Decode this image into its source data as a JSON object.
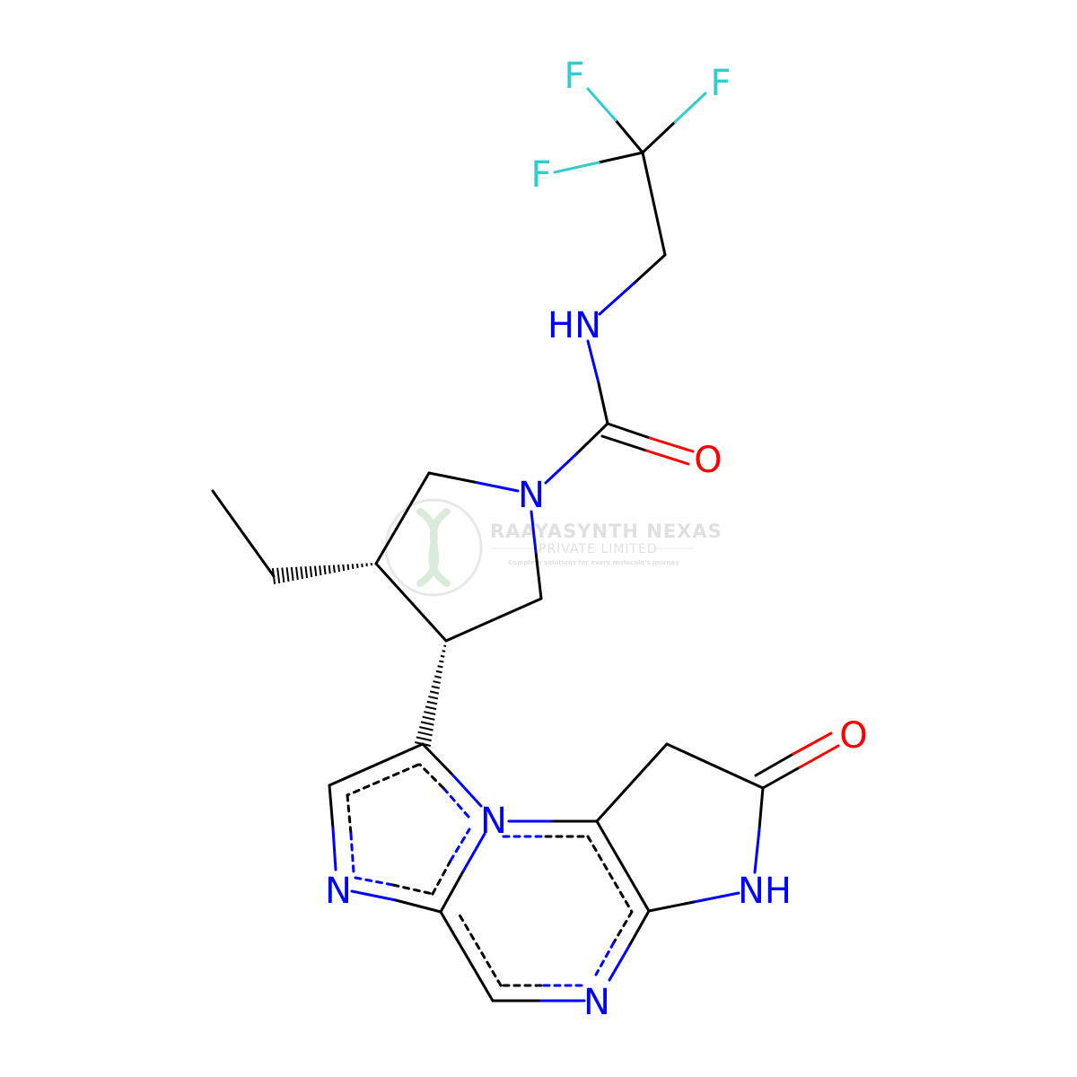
{
  "colors": {
    "carbon": "#000000",
    "nitrogen": "#0000ff",
    "oxygen": "#ff0000",
    "fluorine": "#33cccc",
    "watermark": "#d9d9d9",
    "watermark_logo": "#cfe6cf"
  },
  "atoms": {
    "f1": "F",
    "f2": "F",
    "f3": "F",
    "nh_amide": "HN",
    "o_amide": "O",
    "n_pyrrolidine": "N",
    "n_bridge": "N",
    "n_imidazole": "N",
    "n_pyrazine": "N",
    "o_lactam": "O",
    "nh_lactam": "NH"
  },
  "watermark": {
    "title": "RAAYASYNTH NEXAS",
    "subtitle": "PRIVATE LIMITED",
    "tagline": "Complete solutions for every molecule's journey"
  }
}
